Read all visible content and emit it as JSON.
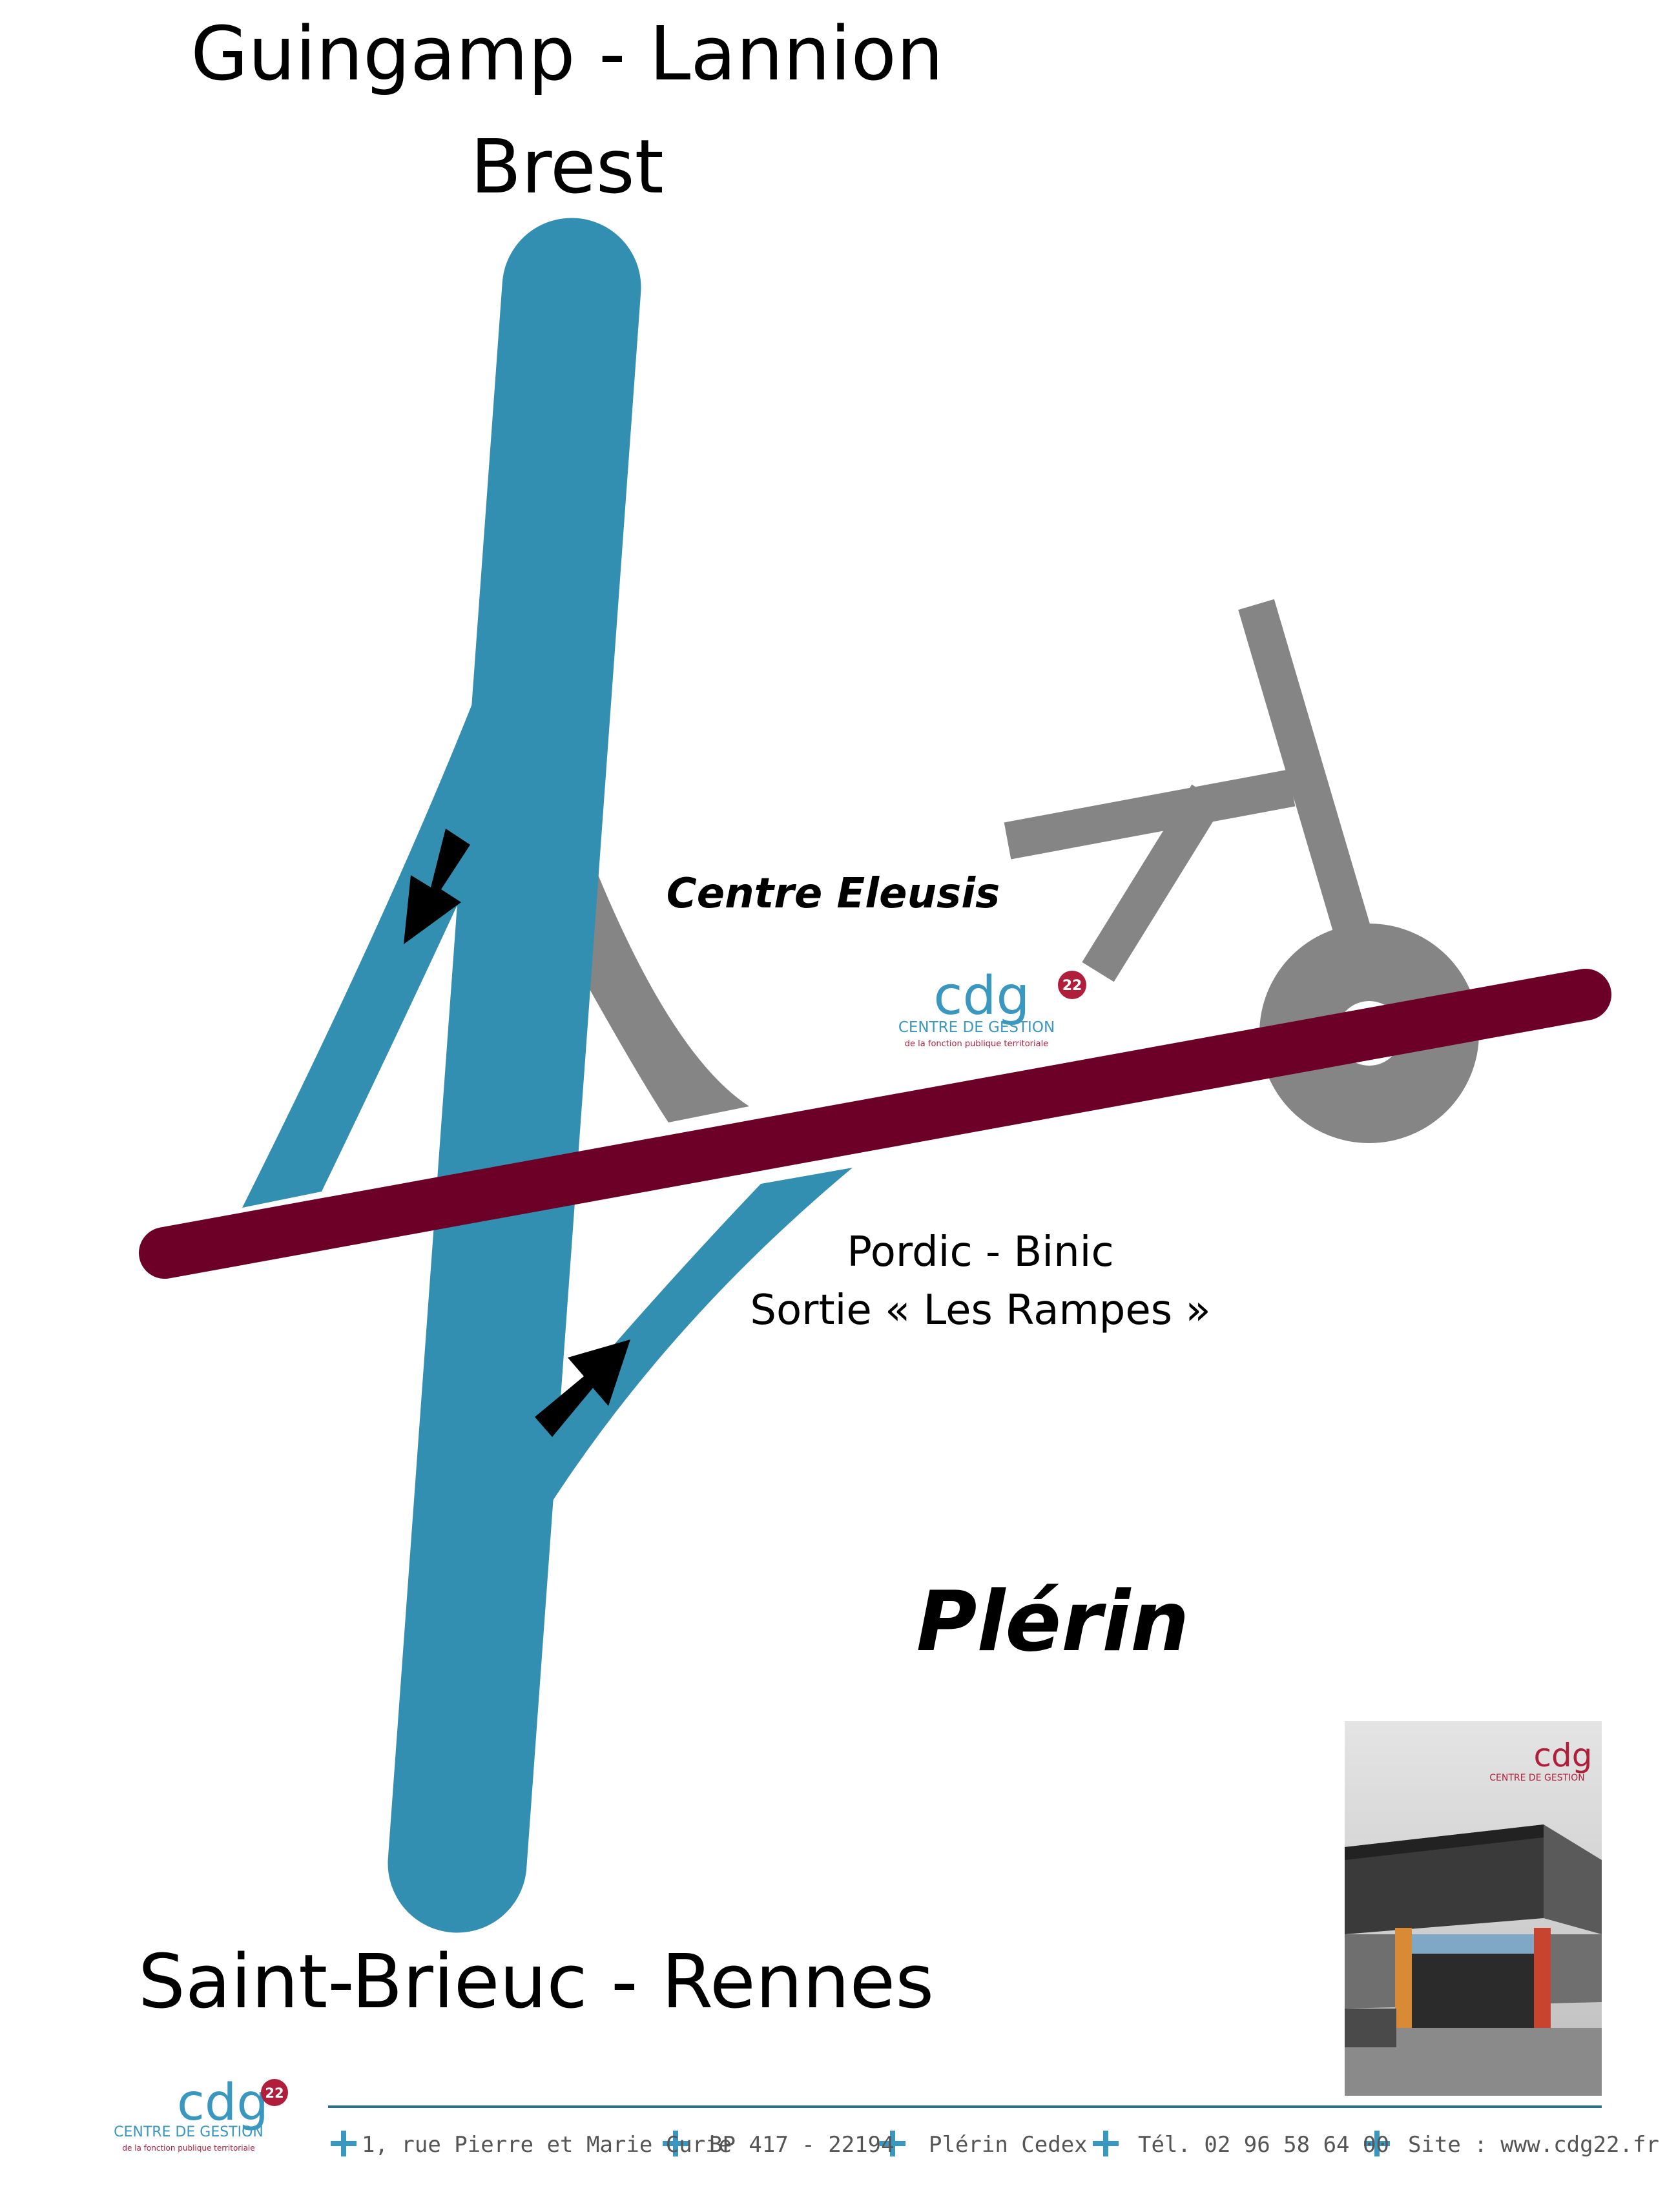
{
  "destinations": {
    "north_line1": "Guingamp - Lannion",
    "north_line2": "Brest",
    "south": "Saint-Brieuc - Rennes",
    "exit_line1": "Pordic - Binic",
    "exit_line2": "Sortie « Les Rampes »"
  },
  "places": {
    "centre": "Centre Eleusis",
    "town": "Plérin"
  },
  "map_logo": {
    "letters": "cdg",
    "number": "22",
    "line1": "CENTRE DE GESTION",
    "line2": "de la fonction publique territoriale"
  },
  "footer": {
    "logo_letters": "cdg",
    "logo_number": "22",
    "logo_line1": "CENTRE DE GESTION",
    "logo_line2": "de la fonction publique territoriale",
    "items": [
      "1, rue Pierre et Marie Curie",
      "BP 417 - 22194",
      "Plérin Cedex",
      "Tél. 02 96 58 64 00",
      "Site : www.cdg22.fr"
    ]
  },
  "colors": {
    "highway": "#338fb1",
    "main_road": "#6d0026",
    "local_road": "#858585",
    "arrow": "#000000",
    "logo_blue": "#3a98c0",
    "logo_red": "#b01e3c"
  },
  "icons": [
    "arrow-southwest-icon",
    "arrow-northeast-icon",
    "bullet-cross-icon"
  ]
}
